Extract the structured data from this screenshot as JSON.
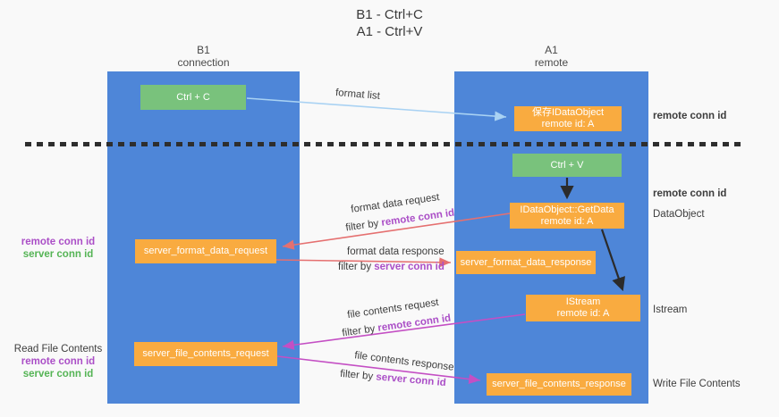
{
  "title": {
    "line1": "B1 - Ctrl+C",
    "line2": "A1 - Ctrl+V"
  },
  "colors": {
    "column_blue": "#4e86d8",
    "box_green": "#79c27c",
    "box_orange": "#f9ab40",
    "remote_conn_purple": "#ab4fc7",
    "server_conn_green": "#55b455",
    "arrow_blue": "#a9d2f3",
    "arrow_red": "#e57070",
    "arrow_magenta": "#c44fc4",
    "arrow_black": "#2b2b2b"
  },
  "columns": {
    "left": {
      "name": "B1",
      "role": "connection"
    },
    "right": {
      "name": "A1",
      "role": "remote"
    }
  },
  "nodes": {
    "ctrl_c": {
      "label": "Ctrl + C"
    },
    "save_idataobject": {
      "line1": "保存IDataObject",
      "line2": "remote id: A"
    },
    "ctrl_v": {
      "label": "Ctrl + V"
    },
    "getdata": {
      "line1": "IDataObject::GetData",
      "line2": "remote id: A"
    },
    "format_request": {
      "label": "server_format_data_request"
    },
    "format_response": {
      "label": "server_format_data_response"
    },
    "istream": {
      "line1": "IStream",
      "line2": "remote id: A"
    },
    "file_request": {
      "label": "server_file_contents_request"
    },
    "file_response": {
      "label": "server_file_contents_response"
    }
  },
  "flow_labels": {
    "format_list": "format list",
    "format_data_request": "format data request",
    "format_data_response": "format data response",
    "file_contents_request": "file contents request",
    "file_contents_response": "file contents response",
    "filter_by": "filter by ",
    "remote_conn_id": "remote conn id",
    "server_conn_id": "server conn id"
  },
  "side_labels": {
    "left_format": {
      "remote": "remote conn id",
      "server": "server conn id"
    },
    "left_file": {
      "title": "Read File Contents",
      "remote": "remote conn id",
      "server": "server conn id"
    },
    "right_top_remote_id": "remote conn id",
    "right_getdata_remote_id": "remote conn id",
    "right_dataobject": "DataObject",
    "right_istream": "Istream",
    "right_write": "Write File Contents"
  }
}
